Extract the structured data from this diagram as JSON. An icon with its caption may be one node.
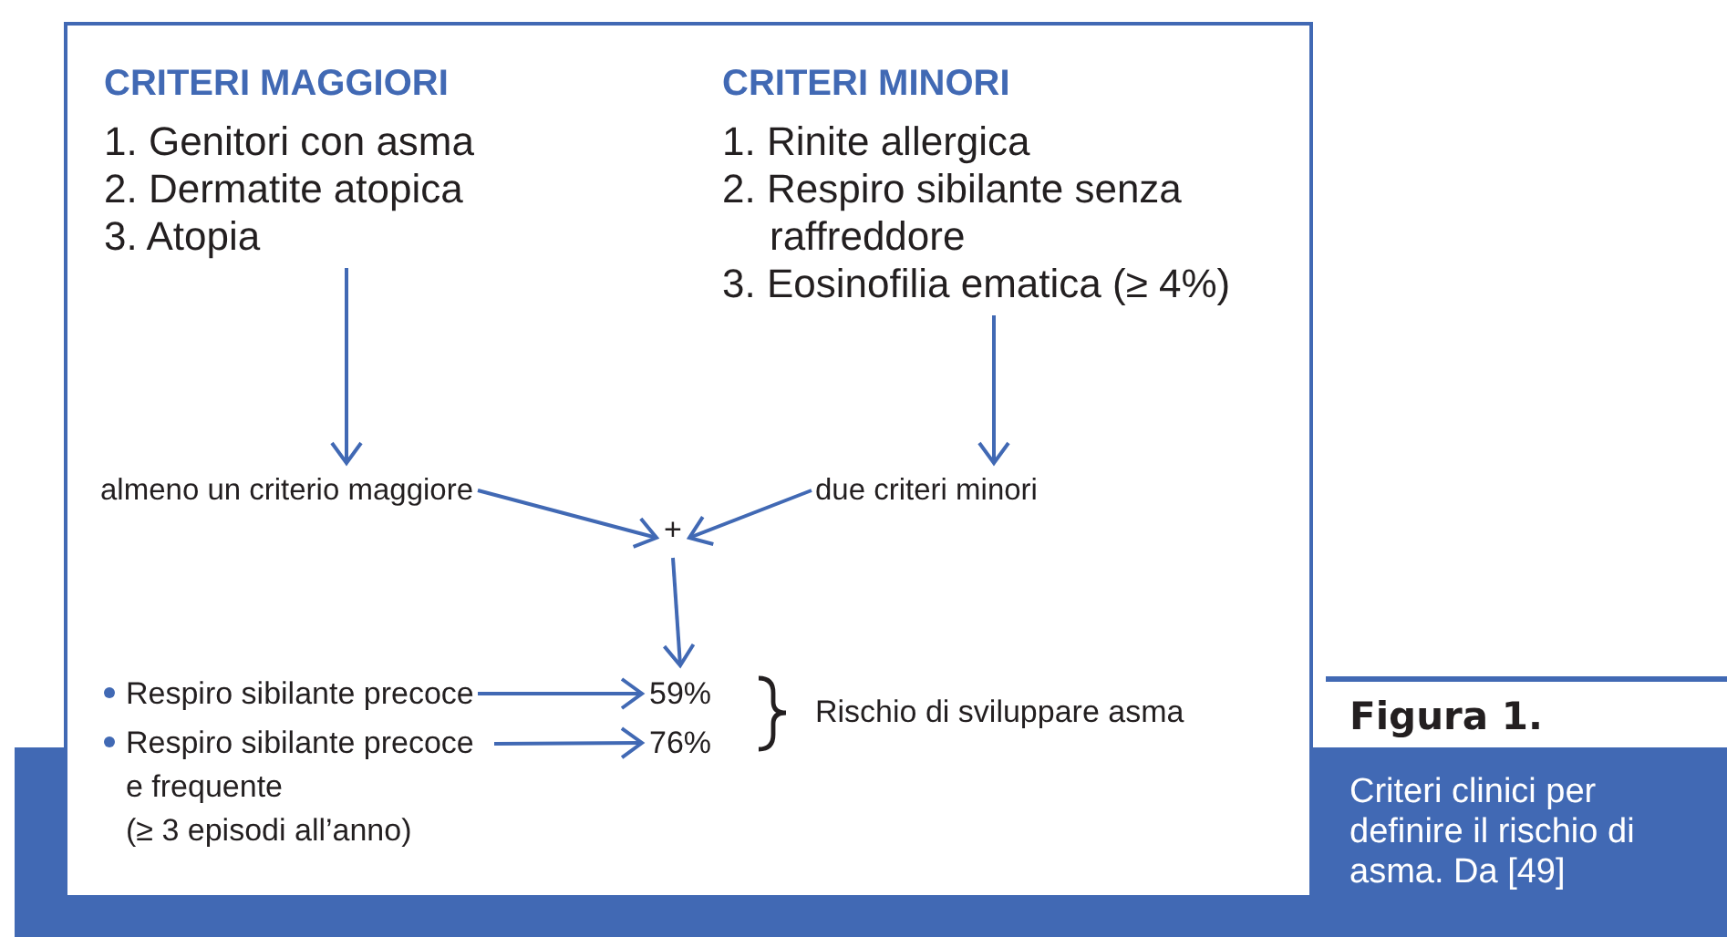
{
  "diagram": {
    "title": "Figura 1.",
    "caption": "Criteri clinici per definire il rischio di asma. Da [49]",
    "nodes": [
      {
        "text": [
          "CRITERI MAGGIORI",
          "1. Genitori con asma",
          "2. Dermatite atopica",
          "3. Atopia"
        ]
      },
      {
        "text": [
          "CRITERI MINORI",
          "1. Rinite allergica",
          "2. Respiro sibilante senza raffreddore",
          "3. Eosinofilia ematica (≥ 4%)"
        ]
      },
      {
        "text": [
          "almeno un criterio maggiore"
        ]
      },
      {
        "text": [
          "due criteri minori"
        ]
      },
      {
        "text": [
          "+"
        ]
      },
      {
        "text": [
          "Respiro sibilante precoce"
        ]
      },
      {
        "text": [
          "59%"
        ]
      },
      {
        "text": [
          "Respiro sibilante precoce e frequente",
          "(≥ 3 episodi all’anno)"
        ]
      },
      {
        "text": [
          "76%"
        ]
      }
    ],
    "edges": [
      {
        "from": 0,
        "to": 2,
        "arrow": "to"
      },
      {
        "from": 1,
        "to": 3,
        "arrow": "to"
      },
      {
        "from": 2,
        "to": 4,
        "arrow": "to"
      },
      {
        "from": 3,
        "to": 4,
        "arrow": "to"
      },
      {
        "from": 4,
        "to": 6,
        "arrow": "to"
      },
      {
        "from": 5,
        "to": 6,
        "arrow": "to"
      },
      {
        "from": 7,
        "to": 8,
        "arrow": "to"
      }
    ],
    "labels": [
      "Rischio di sviluppare asma"
    ]
  }
}
